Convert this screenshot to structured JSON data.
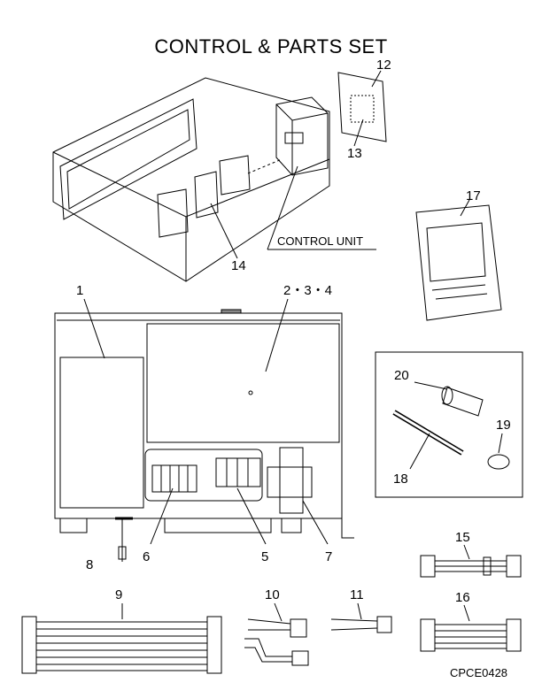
{
  "title": "CONTROL & PARTS SET",
  "control_unit_label": "CONTROL UNIT",
  "diagram_code": "CPCE0428",
  "part_labels": {
    "p1": "1",
    "p234": "2・3・4",
    "p5": "5",
    "p6": "6",
    "p7": "7",
    "p8": "8",
    "p9": "9",
    "p10": "10",
    "p11": "11",
    "p12": "12",
    "p13": "13",
    "p14": "14",
    "p15": "15",
    "p16": "16",
    "p17": "17",
    "p18": "18",
    "p19": "19",
    "p20": "20"
  }
}
